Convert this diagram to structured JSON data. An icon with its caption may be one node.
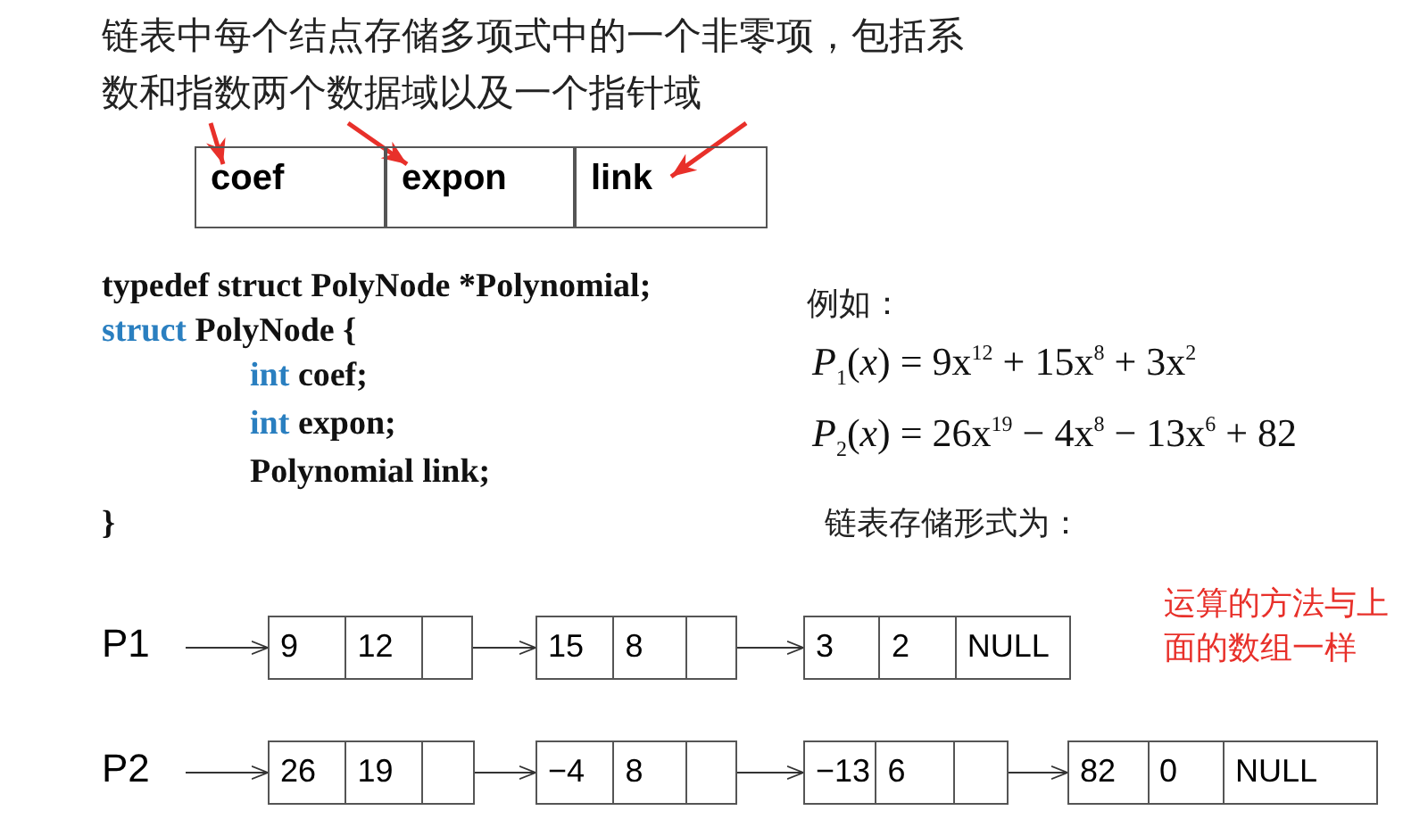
{
  "diagram": {
    "nodes": [
      {
        "text": [
          "链表中每个结点存储多项式中的一个非零项，包括系数和指数两个数据域以及一个指针域"
        ]
      },
      {
        "text": [
          "coef"
        ]
      },
      {
        "text": [
          "expon"
        ]
      },
      {
        "text": [
          "link"
        ]
      },
      {
        "text": [
          "P1"
        ]
      },
      {
        "text": [
          "9",
          "12"
        ]
      },
      {
        "text": [
          "15",
          "8"
        ]
      },
      {
        "text": [
          "3",
          "2",
          "NULL"
        ]
      },
      {
        "text": [
          "P2"
        ]
      },
      {
        "text": [
          "26",
          "19"
        ]
      },
      {
        "text": [
          "−4",
          "8"
        ]
      },
      {
        "text": [
          "−13",
          "6"
        ]
      },
      {
        "text": [
          "82",
          "0",
          "NULL"
        ]
      }
    ],
    "edges": [
      {
        "from": 0,
        "to": 1,
        "arrow": "to",
        "style": "thick",
        "color": "#e8302a"
      },
      {
        "from": 0,
        "to": 2,
        "arrow": "to",
        "style": "thick",
        "color": "#e8302a"
      },
      {
        "from": 0,
        "to": 3,
        "arrow": "to",
        "style": "thick",
        "color": "#e8302a"
      },
      {
        "from": 4,
        "to": 5,
        "arrow": "to"
      },
      {
        "from": 5,
        "to": 6,
        "arrow": "to"
      },
      {
        "from": 6,
        "to": 7,
        "arrow": "to"
      },
      {
        "from": 8,
        "to": 9,
        "arrow": "to"
      },
      {
        "from": 9,
        "to": 10,
        "arrow": "to"
      },
      {
        "from": 10,
        "to": 11,
        "arrow": "to"
      },
      {
        "from": 11,
        "to": 12,
        "arrow": "to"
      }
    ],
    "labels": [
      "typedef struct PolyNode *Polynomial;",
      "*struct* PolyNode {",
      "*int* coef;",
      "*int* expon;",
      "Polynomial link;",
      "}",
      "例如：",
      "*P*$_{1}$(*x*) = 9x$^{12}$ + 15x$^{8}$ + 3x$^{2}$",
      "*P*$_{2}$(*x*) = 26x$^{19}$ − 4x$^{8}$ − 13x$^{6}$ + 82",
      "链表存储形式为：",
      "运算的方法与上面的数组一样"
    ]
  }
}
